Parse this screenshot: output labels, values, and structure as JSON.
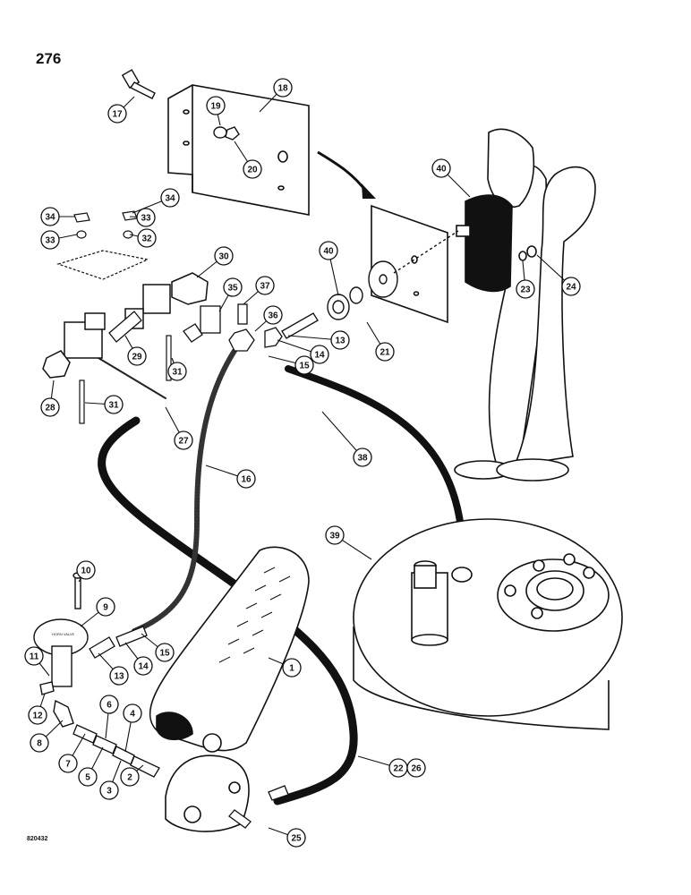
{
  "page_number": "276",
  "figure_code": "820432",
  "valve_marking": "HORN VALVE",
  "callouts": [
    {
      "label": "1"
    },
    {
      "label": "2"
    },
    {
      "label": "3"
    },
    {
      "label": "4"
    },
    {
      "label": "5"
    },
    {
      "label": "6"
    },
    {
      "label": "7"
    },
    {
      "label": "8"
    },
    {
      "label": "9"
    },
    {
      "label": "10"
    },
    {
      "label": "11"
    },
    {
      "label": "12"
    },
    {
      "label": "13"
    },
    {
      "label": "14"
    },
    {
      "label": "15"
    },
    {
      "label": "13"
    },
    {
      "label": "14"
    },
    {
      "label": "15"
    },
    {
      "label": "16"
    },
    {
      "label": "17"
    },
    {
      "label": "18"
    },
    {
      "label": "19"
    },
    {
      "label": "20"
    },
    {
      "label": "21"
    },
    {
      "label": "22"
    },
    {
      "label": "26"
    },
    {
      "label": "23"
    },
    {
      "label": "24"
    },
    {
      "label": "25"
    },
    {
      "label": "27"
    },
    {
      "label": "28"
    },
    {
      "label": "29"
    },
    {
      "label": "30"
    },
    {
      "label": "31"
    },
    {
      "label": "31"
    },
    {
      "label": "32"
    },
    {
      "label": "33"
    },
    {
      "label": "33"
    },
    {
      "label": "34"
    },
    {
      "label": "34"
    },
    {
      "label": "35"
    },
    {
      "label": "36"
    },
    {
      "label": "37"
    },
    {
      "label": "38"
    },
    {
      "label": "39"
    },
    {
      "label": "40"
    },
    {
      "label": "40"
    }
  ]
}
